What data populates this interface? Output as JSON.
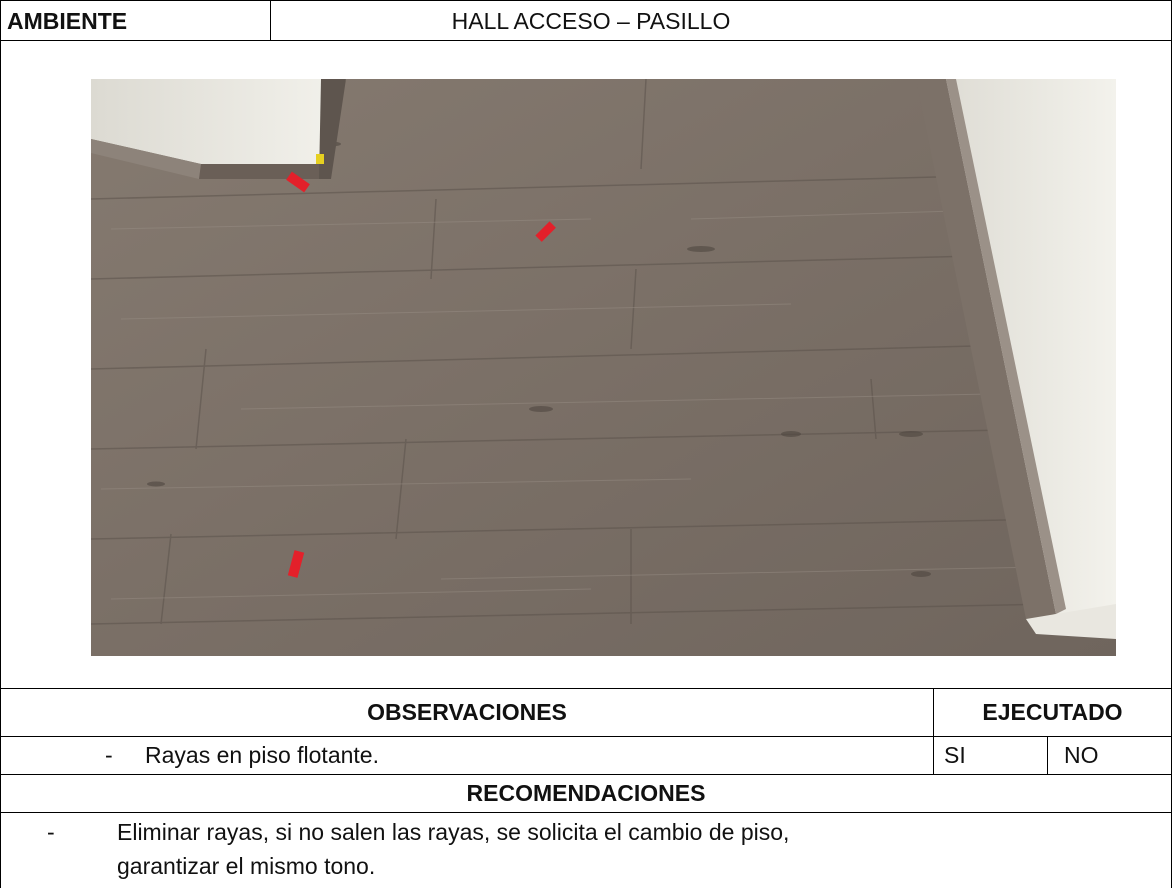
{
  "header": {
    "ambiente_label": "AMBIENTE",
    "ambiente_value": "HALL ACCESO – PASILLO"
  },
  "observaciones": {
    "title": "OBSERVACIONES",
    "ejecutado_label": "EJECUTADO",
    "bullet": "-",
    "text": "Rayas en piso flotante.",
    "si_label": "SI",
    "no_label": "NO"
  },
  "recomendaciones": {
    "title": "RECOMENDACIONES",
    "bullet": "-",
    "line1": "Eliminar rayas, si no salen las rayas, se solicita el cambio de piso,",
    "line2": "garantizar el mismo tono."
  },
  "colors": {
    "floor": "#7d7167",
    "wall": "#ecebe4",
    "tag": "#e3202a"
  }
}
